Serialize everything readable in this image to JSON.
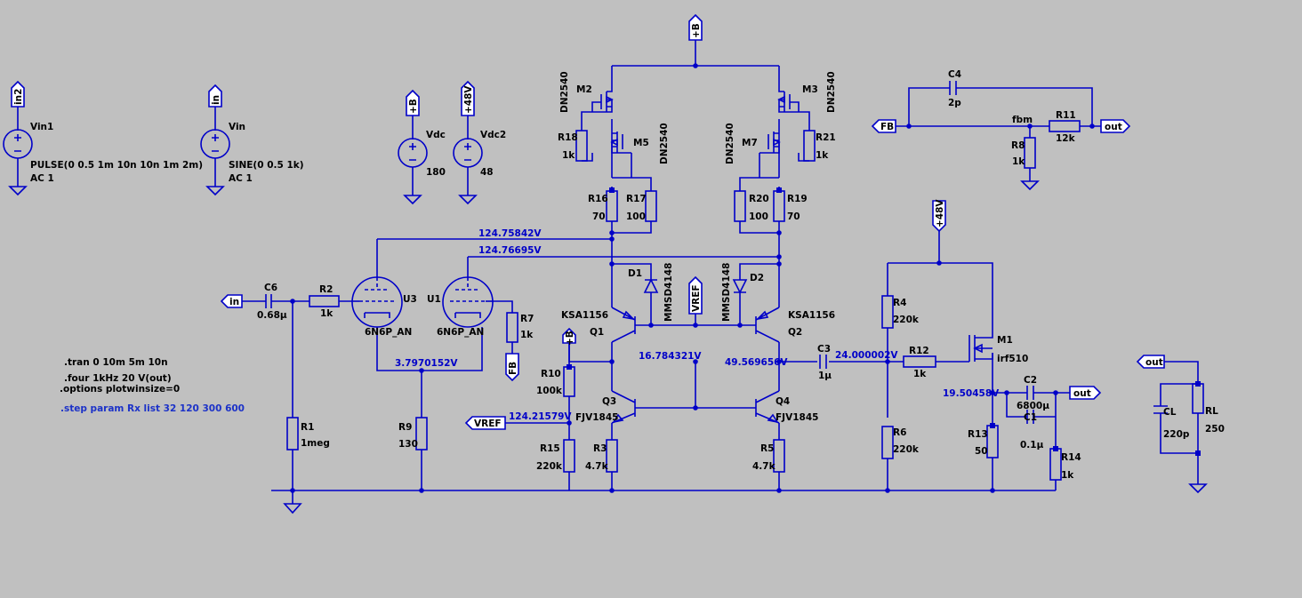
{
  "colors": {
    "background": "#c0c0c0",
    "wire": "#0000c8",
    "text": "#000000",
    "voltage": "#0000c8"
  },
  "flags": {
    "in2": "in2",
    "in_src": "in",
    "plus_b_vdc": "+B",
    "plus_48_vdc2": "+48V",
    "plus_b_top": "+B",
    "fb_left": "FB",
    "out_fb": "out",
    "in_left": "in",
    "fb_bottom": "FB",
    "vref_mid": "VREF",
    "plus_b_mid": "+B",
    "vref_left": "VREF",
    "plus_48_right": "+48V",
    "out_right": "out",
    "out_load": "out"
  },
  "sources": {
    "vin1": {
      "name": "Vin1",
      "value": "PULSE(0 0.5 1m 10n 10n 1m 2m)",
      "ac": "AC 1"
    },
    "vin": {
      "name": "Vin",
      "value": "SINE(0 0.5 1k)",
      "ac": "AC 1"
    },
    "vdc": {
      "name": "Vdc",
      "value": "180"
    },
    "vdc2": {
      "name": "Vdc2",
      "value": "48"
    }
  },
  "components": {
    "m2": {
      "name": "M2",
      "model": "DN2540"
    },
    "m3": {
      "name": "M3",
      "model": "DN2540"
    },
    "m5": {
      "name": "M5",
      "model": "DN2540"
    },
    "m7": {
      "name": "M7",
      "model": "DN2540"
    },
    "r18": {
      "name": "R18",
      "value": "1k"
    },
    "r21": {
      "name": "R21",
      "value": "1k"
    },
    "r16": {
      "name": "R16",
      "value": "70"
    },
    "r17": {
      "name": "R17",
      "value": "100"
    },
    "r20": {
      "name": "R20",
      "value": "100"
    },
    "r19": {
      "name": "R19",
      "value": "70"
    },
    "d1": {
      "name": "D1",
      "model": "MMSD4148"
    },
    "d2": {
      "name": "D2",
      "model": "MMSD4148"
    },
    "q1": {
      "name": "Q1",
      "model": "KSA1156"
    },
    "q2": {
      "name": "Q2",
      "model": "KSA1156"
    },
    "q3": {
      "name": "Q3",
      "model": "FJV1845"
    },
    "q4": {
      "name": "Q4",
      "model": "FJV1845"
    },
    "c6": {
      "name": "C6",
      "value": "0.68µ"
    },
    "r2": {
      "name": "R2",
      "value": "1k"
    },
    "u3": {
      "name": "U3",
      "model": "6N6P_AN"
    },
    "u1": {
      "name": "U1",
      "model": "6N6P_AN"
    },
    "r7": {
      "name": "R7",
      "value": "1k"
    },
    "r1": {
      "name": "R1",
      "value": "1meg"
    },
    "r9": {
      "name": "R9",
      "value": "130"
    },
    "r10": {
      "name": "R10",
      "value": "100k"
    },
    "r15": {
      "name": "R15",
      "value": "220k"
    },
    "r3": {
      "name": "R3",
      "value": "4.7k"
    },
    "r5": {
      "name": "R5",
      "value": "4.7k"
    },
    "c3": {
      "name": "C3",
      "value": "1µ"
    },
    "r4": {
      "name": "R4",
      "value": "220k"
    },
    "r6": {
      "name": "R6",
      "value": "220k"
    },
    "r12": {
      "name": "R12",
      "value": "1k"
    },
    "m1": {
      "name": "M1",
      "model": "irf510"
    },
    "c2": {
      "name": "C2",
      "value": "6800µ"
    },
    "c1": {
      "name": "C1",
      "value": "0.1µ"
    },
    "r13": {
      "name": "R13",
      "value": "50"
    },
    "r14": {
      "name": "R14",
      "value": "1k"
    },
    "c4": {
      "name": "C4",
      "value": "2p"
    },
    "r11": {
      "name": "R11",
      "value": "12k"
    },
    "r8": {
      "name": "R8",
      "value": "1k"
    },
    "cl": {
      "name": "CL",
      "value": "220p"
    },
    "rl": {
      "name": "RL",
      "value": "250"
    }
  },
  "nets": {
    "fbm": "fbm"
  },
  "voltages": {
    "v1": "124.75842V",
    "v2": "124.76695V",
    "v3": "3.7970152V",
    "v4": "16.784321V",
    "v5": "49.569656V",
    "v6": "24.000002V",
    "v7": "19.50458V",
    "v8": "124.21579V"
  },
  "directives": {
    "tran": ".tran 0 10m 5m 10n",
    "four": ".four 1kHz 20 V(out)",
    "options": ".options plotwinsize=0",
    "step": ".step param Rx list 32 120 300 600"
  }
}
